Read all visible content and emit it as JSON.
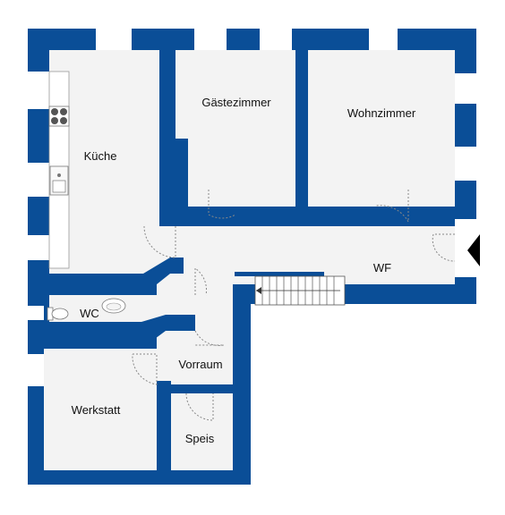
{
  "colors": {
    "wall": "#0a4e97",
    "floor": "#f3f3f3",
    "window": "#ffffff",
    "door_swing": "#888888",
    "fixture_outline": "#777777",
    "entrance_arrow": "#000000"
  },
  "rooms": {
    "gaestezimmer": "Gästezimmer",
    "wohnzimmer": "Wohnzimmer",
    "kueche": "Küche",
    "wf": "WF",
    "wc": "WC",
    "vorraum": "Vorraum",
    "werkstatt": "Werkstatt",
    "speis": "Speis"
  },
  "icons": {
    "stove": "stove-icon",
    "sink": "kitchen-sink-icon",
    "toilet": "toilet-icon",
    "washbasin": "washbasin-icon",
    "staircase": "staircase-icon",
    "entrance": "entrance-arrow-icon"
  }
}
